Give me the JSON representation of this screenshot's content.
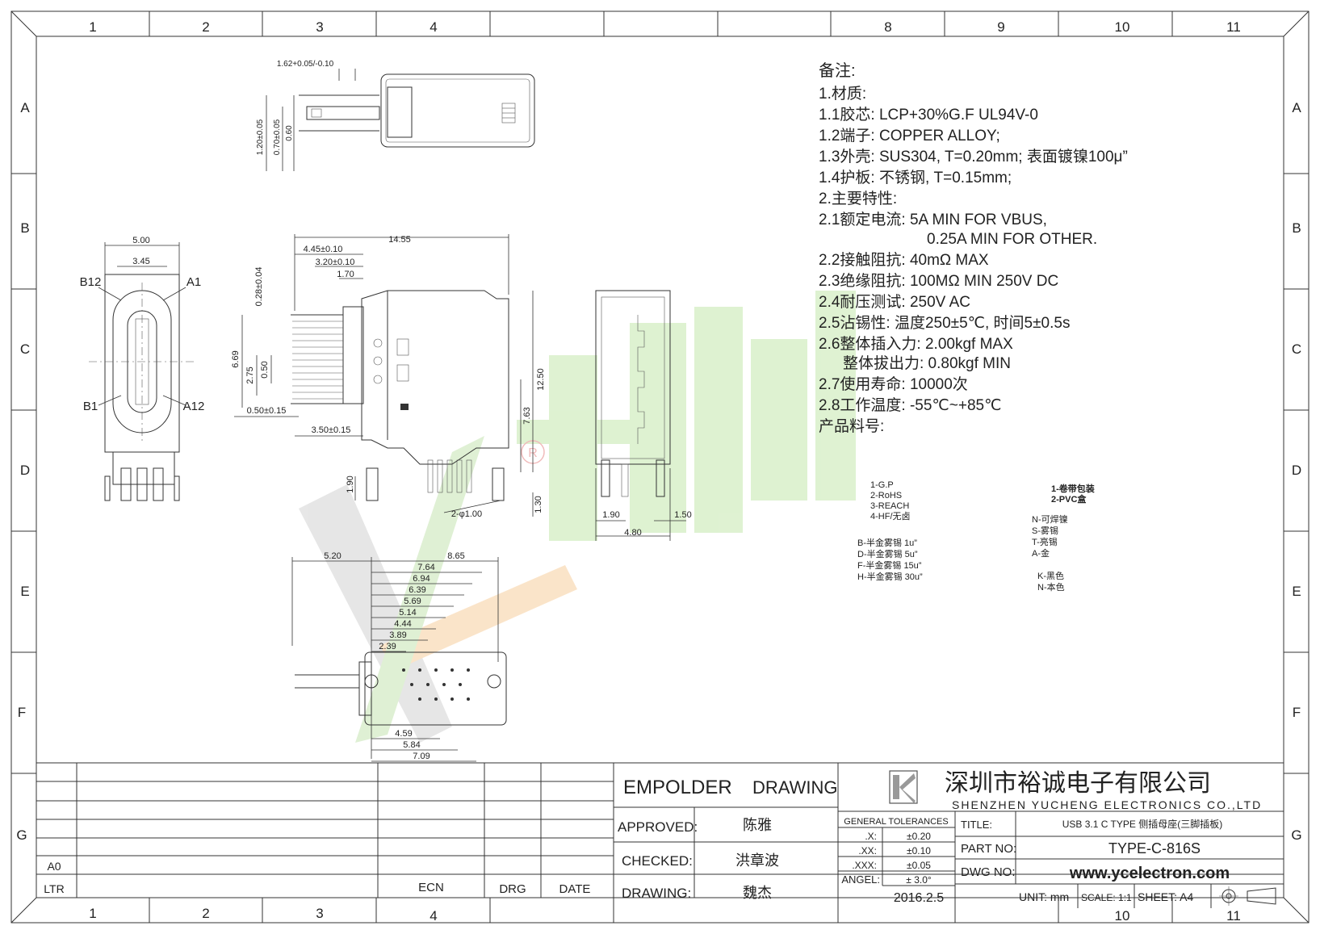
{
  "grid": {
    "top_cols": [
      "1",
      "2",
      "3",
      "4",
      "",
      "",
      "",
      "8",
      "9",
      "10",
      "11"
    ],
    "bottom_cols": [
      "1",
      "2",
      "3",
      "4",
      "",
      "",
      "",
      "",
      "",
      "10",
      "11"
    ],
    "rows": [
      "A",
      "B",
      "C",
      "D",
      "E",
      "F",
      "G"
    ]
  },
  "notes": {
    "title": "备注:",
    "lines": [
      "1.材质:",
      "1.1胶芯: LCP+30%G.F UL94V-0",
      "1.2端子: COPPER ALLOY;",
      "1.3外壳: SUS304, T=0.20mm; 表面镀镍100μ”",
      "1.4护板: 不锈钢, T=0.15mm;",
      "2.主要特性:",
      "2.1额定电流: 5A MIN FOR VBUS,",
      "0.25A MIN FOR OTHER.",
      "2.2接触阻抗: 40mΩ MAX",
      "2.3绝缘阻抗: 100MΩ MIN 250V DC",
      "2.4耐压测试: 250V AC",
      "2.5沾锡性: 温度250±5℃, 时间5±0.5s",
      "2.6整体插入力: 2.00kgf MAX",
      "整体拔出力: 0.80kgf MIN",
      "2.7使用寿命: 10000次",
      "2.8工作温度: -55℃~+85℃",
      "产品料号:"
    ]
  },
  "options": {
    "compliance": [
      "1-G.P",
      "2-RoHS",
      "3-REACH",
      "4-HF/无卤"
    ],
    "packing": [
      "1-卷带包装",
      "2-PVC盒"
    ],
    "plating_finish": [
      "N-可焊镍",
      "S-雾锡",
      "T-亮锡",
      "A-金"
    ],
    "gold_plating": [
      "B-半金雾锡 1u”",
      "D-半金雾锡 5u”",
      "F-半金雾锡 15u”",
      "H-半金雾锡 30u”"
    ],
    "color": [
      "K-黑色",
      "N-本色"
    ]
  },
  "dimensions": {
    "top_view": [
      "1.62+0.05/-0.10",
      "1.20±0.05",
      "0.70±0.05",
      "0.60"
    ],
    "front_view": [
      "5.00",
      "3.45",
      "B12",
      "A1",
      "B1",
      "A12"
    ],
    "side_view": [
      "14.55",
      "4.45±0.10",
      "3.20±0.10",
      "1.70",
      "0.28±0.04",
      "6.69",
      "2.75",
      "0.50",
      "0.50±0.15",
      "3.50±0.15",
      "12.50",
      "7.63",
      "1.90",
      "1.30",
      "2-φ1.00"
    ],
    "end_view": [
      "1.90",
      "1.50",
      "4.80"
    ],
    "footprint": [
      "5.20",
      "8.65",
      "7.64",
      "6.94",
      "6.39",
      "5.69",
      "5.14",
      "4.44",
      "3.89",
      "2.39",
      "4.59",
      "5.84",
      "7.09"
    ]
  },
  "title_block": {
    "drawing_type_1": "EMPOLDER",
    "drawing_type_2": "DRAWING",
    "company_cn": "深圳市裕诚电子有限公司",
    "company_en": "SHENZHEN YUCHENG ELECTRONICS CO.,LTD",
    "approved_label": "APPROVED:",
    "approved_name": "陈雅",
    "checked_label": "CHECKED:",
    "checked_name": "洪章波",
    "drawing_label": "DRAWING:",
    "drawing_name": "魏杰",
    "tol_header": "GENERAL TOLERANCES",
    "tol_rows": [
      {
        "k": ".X:",
        "v": "±0.20"
      },
      {
        "k": ".XX:",
        "v": "±0.10"
      },
      {
        "k": ".XXX:",
        "v": "±0.05"
      },
      {
        "k": "ANGEL:",
        "v": "± 3.0°"
      }
    ],
    "date": "2016.2.5",
    "title_label": "TITLE:",
    "title_value": "USB 3.1 C TYPE 侧插母座(三脚插板)",
    "part_label": "PART NO:",
    "part_value": "TYPE-C-816S",
    "dwg_label": "DWG NO:",
    "dwg_value": "www.ycelectron.com",
    "unit": "UNIT: mm",
    "scale": "SCALE: 1:1",
    "sheet": "SHEET: A4",
    "rev_a0": "A0",
    "rev_ltr": "LTR",
    "ecn": "ECN",
    "drg": "DRG",
    "date_col": "DATE"
  },
  "watermark": {
    "registered_mark": "R"
  }
}
